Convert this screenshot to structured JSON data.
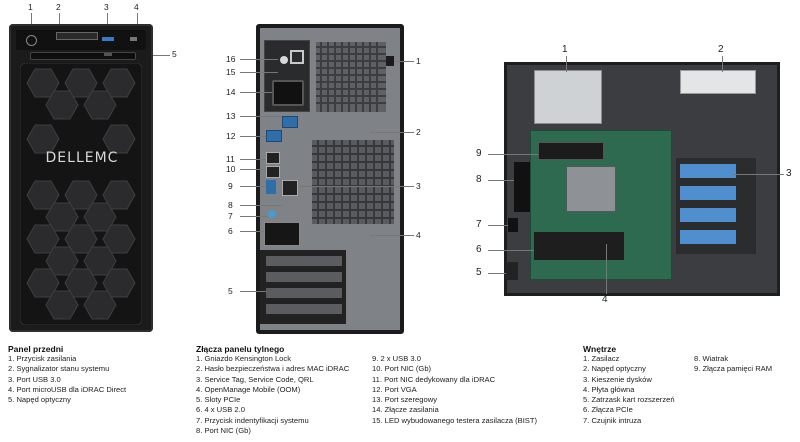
{
  "front": {
    "brand": "DELLEMC",
    "callouts": [
      "1",
      "2",
      "3",
      "4",
      "5"
    ],
    "legend": {
      "title": "Panel przedni",
      "items": [
        "1. Przycisk zasilania",
        "2. Sygnalizator stanu systemu",
        "3. Port USB 3.0",
        "4. Port microUSB dla iDRAC Direct",
        "5. Napęd optyczny"
      ]
    }
  },
  "rear": {
    "callouts_left": [
      "16",
      "15",
      "14",
      "13",
      "12",
      "11",
      "10",
      "9",
      "8",
      "7",
      "6",
      "5"
    ],
    "callouts_right": [
      "1",
      "2",
      "3",
      "4"
    ],
    "legend": {
      "title": "Złącza panelu tylnego",
      "col1": [
        "1. Gniazdo Kensington Lock",
        "2. Hasło bezpieczeństwa i adres MAC iDRAC",
        "3. Service Tag, Service Code, QRL",
        "4. OpenManage Mobile (OOM)",
        "5. Sloty PCIe",
        "6. 4 x USB 2.0",
        "7. Przycisk indentyfikacji systemu",
        "8. Port NIC (Gb)"
      ],
      "col2": [
        "9. 2 x USB 3.0",
        "10. Port NIC (Gb)",
        "11. Port NIC dedykowany dla iDRAC",
        "12. Port VGA",
        "13. Port szeregowy",
        "14. Złącze zasilania",
        "15. LED wybudowanego testera zasilacza (BIST)"
      ]
    }
  },
  "interior": {
    "callouts_left": [
      "9",
      "8",
      "7",
      "6",
      "5"
    ],
    "callouts_top": [
      "1",
      "2"
    ],
    "callouts_right": [
      "3"
    ],
    "callouts_bottom": [
      "4"
    ],
    "legend": {
      "title": "Wnętrze",
      "col1": [
        "1. Zasilacz",
        "2. Napęd optyczny",
        "3. Kieszenie dysków",
        "4. Płyta główna",
        "5. Zatrzask kart rozszerzeń",
        "6. Złącza PCIe",
        "7. Czujnik intruza"
      ],
      "col2": [
        "8. Wiatrak",
        "9. Złącza pamięci RAM"
      ]
    }
  }
}
